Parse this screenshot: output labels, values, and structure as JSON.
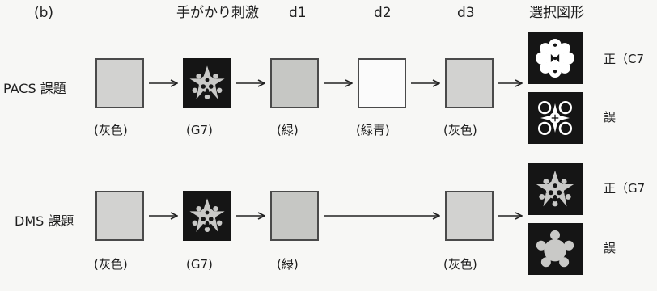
{
  "panel_label": "(b)",
  "headers": {
    "cue": "手がかり刺激",
    "d1": "d1",
    "d2": "d2",
    "d3": "d3",
    "choice": "選択図形"
  },
  "pacs": {
    "label": "PACS 課題",
    "stimuli": [
      {
        "color_label": "(灰色)",
        "icon": "gray-square"
      },
      {
        "color_label": "(G7)",
        "icon": "star-shape-g7"
      },
      {
        "color_label": "(緑)",
        "icon": "green-square"
      },
      {
        "color_label": "(緑青)",
        "icon": "blue-green-square"
      },
      {
        "color_label": "(灰色)",
        "icon": "gray-square"
      }
    ],
    "choices": [
      {
        "answer": "正（C7",
        "icon": "white-flower-shape-c7"
      },
      {
        "answer": "誤",
        "icon": "white-cross-flower-shape"
      }
    ]
  },
  "dms": {
    "label": "DMS 課題",
    "stimuli": [
      {
        "color_label": "(灰色)",
        "icon": "gray-square"
      },
      {
        "color_label": "(G7)",
        "icon": "star-shape-g7"
      },
      {
        "color_label": "(緑)",
        "icon": "green-square"
      },
      {
        "color_label": "(灰色)",
        "icon": "gray-square"
      }
    ],
    "choices": [
      {
        "answer": "正（G7",
        "icon": "star-shape-g7"
      },
      {
        "answer": "誤",
        "icon": "blob-shape"
      }
    ]
  },
  "colors": {
    "gray": "#d2d2d0",
    "green": "#c6c7c4",
    "blue_green": "#fbfbfb",
    "dark": "#151515",
    "shape_fill": "#c9c9c7"
  }
}
